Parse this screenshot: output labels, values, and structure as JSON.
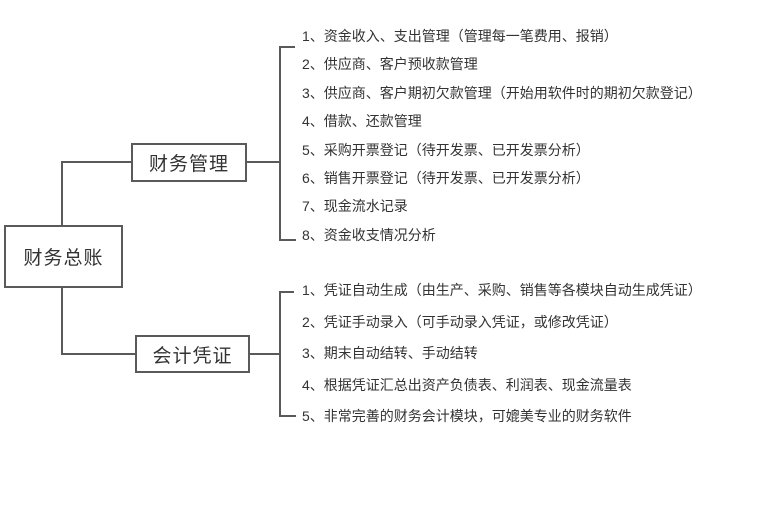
{
  "colors": {
    "line": "#5a5a5a",
    "text": "#333333",
    "background": "#ffffff"
  },
  "diagram": {
    "root": {
      "label": "财务总账"
    },
    "branches": [
      {
        "label": "财务管理",
        "items": [
          "1、资金收入、支出管理（管理每一笔费用、报销）",
          "2、供应商、客户预收款管理",
          "3、供应商、客户期初欠款管理（开始用软件时的期初欠款登记）",
          "4、借款、还款管理",
          "5、采购开票登记（待开发票、已开发票分析）",
          "6、销售开票登记（待开发票、已开发票分析）",
          "7、现金流水记录",
          "8、资金收支情况分析"
        ]
      },
      {
        "label": "会计凭证",
        "items": [
          "1、凭证自动生成（由生产、采购、销售等各模块自动生成凭证）",
          "2、凭证手动录入（可手动录入凭证，或修改凭证）",
          "3、期末自动结转、手动结转",
          "4、根据凭证汇总出资产负债表、利润表、现金流量表",
          "5、非常完善的财务会计模块，可媲美专业的财务软件"
        ]
      }
    ]
  }
}
